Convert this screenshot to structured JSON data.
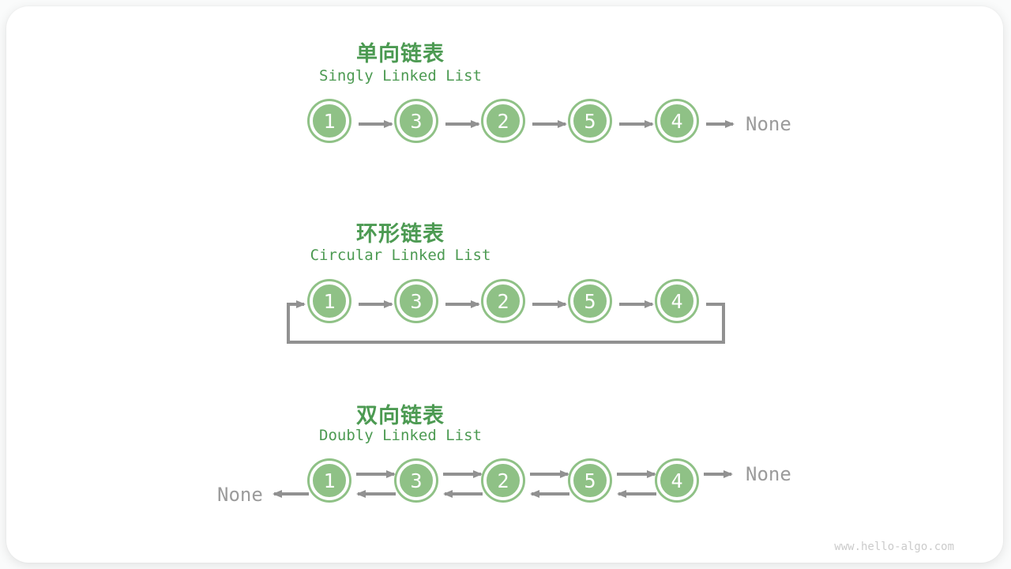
{
  "sections": [
    {
      "title_zh": "单向链表",
      "title_en": "Singly Linked List",
      "nodes": [
        "1",
        "3",
        "2",
        "5",
        "4"
      ],
      "tail_label": "None"
    },
    {
      "title_zh": "环形链表",
      "title_en": "Circular Linked List",
      "nodes": [
        "1",
        "3",
        "2",
        "5",
        "4"
      ]
    },
    {
      "title_zh": "双向链表",
      "title_en": "Doubly Linked List",
      "nodes": [
        "1",
        "3",
        "2",
        "5",
        "4"
      ],
      "head_label": "None",
      "tail_label": "None"
    }
  ],
  "footer": "www.hello-algo.com",
  "colors": {
    "node_green": "#8FC186",
    "title_green": "#4C9A52",
    "arrow_gray": "#919191"
  }
}
